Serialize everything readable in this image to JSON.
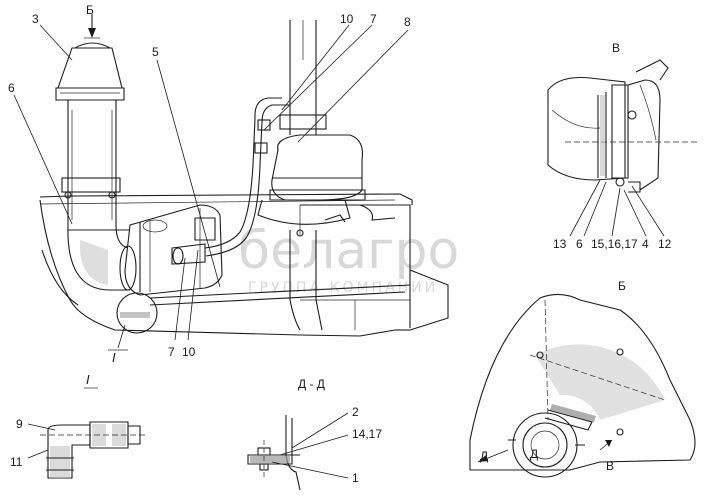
{
  "watermark": {
    "brand": "белагро",
    "subtitle": "ГРУППА КОМПАНИЙ"
  },
  "main_view": {
    "arrow_label": "Б",
    "part_labels": [
      "3",
      "6",
      "5",
      "10",
      "7",
      "8",
      "7",
      "10"
    ],
    "detail_ref": "I"
  },
  "view_v": {
    "title": "В",
    "labels": [
      "13",
      "6",
      "15,16,17",
      "4",
      "12"
    ]
  },
  "view_b": {
    "title": "Б",
    "section_mark": "Д",
    "view_mark": "В",
    "inner_mark": "Д"
  },
  "detail_i": {
    "title": "I",
    "labels": [
      "9",
      "11"
    ]
  },
  "section_dd": {
    "title": "Д - Д",
    "labels": [
      "2",
      "14,17",
      "1"
    ]
  }
}
